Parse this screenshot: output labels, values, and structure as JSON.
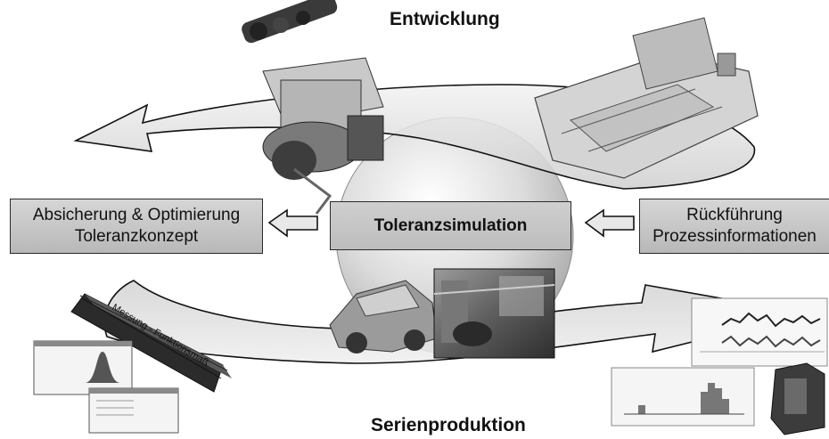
{
  "top_label": "Entwicklung",
  "bottom_label": "Serienproduktion",
  "center_box": "Toleranzsimulation",
  "left_box": {
    "line1": "Absicherung & Optimierung",
    "line2": "Toleranzkonzept"
  },
  "right_box": {
    "line1": "Rückführung",
    "line2": "Prozessinformationen"
  },
  "measurement_label": "Messung - Funktionsmaß",
  "colors": {
    "box_fill": "#c4c4c4",
    "sphere": "#d8d8d8",
    "arrow_fill": "#d0d0d0",
    "outline": "#111111"
  },
  "icons": [
    "engine-assembly-image",
    "car-floor-panel-image",
    "car-body-image",
    "factory-photo-image",
    "measured-part-image",
    "statistics-screenshot-image",
    "time-series-chart-image",
    "histogram-chart-image",
    "fixture-image"
  ]
}
